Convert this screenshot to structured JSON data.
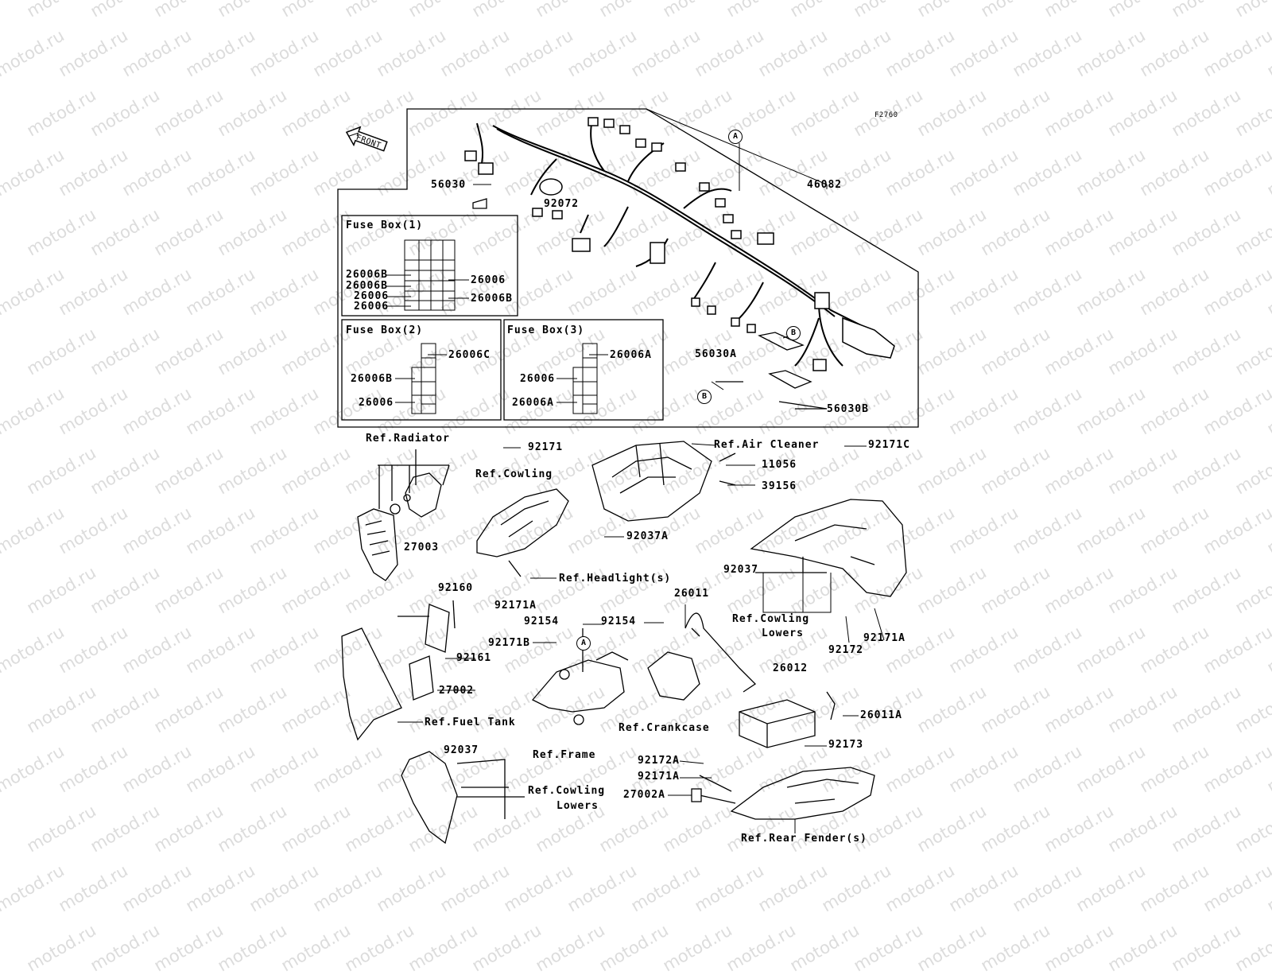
{
  "figure_code": "F2760",
  "front_label": "FRONT",
  "watermark": "motod.ru",
  "fuse_boxes": [
    {
      "title": "Fuse Box(1)"
    },
    {
      "title": "Fuse Box(2)"
    },
    {
      "title": "Fuse Box(3)"
    }
  ],
  "callouts": {
    "a": "A",
    "b": "B"
  },
  "parts": {
    "p46082": "46082",
    "p56030": "56030",
    "p56030a": "56030A",
    "p56030b": "56030B",
    "p92072": "92072",
    "fb1_26006b_1": "26006B",
    "fb1_26006b_2": "26006B",
    "fb1_26006_1": "26006",
    "fb1_26006_2": "26006",
    "fb1_r26006": "26006",
    "fb1_r26006b": "26006B",
    "fb2_26006c": "26006C",
    "fb2_26006b": "26006B",
    "fb2_26006": "26006",
    "fb3_26006a_1": "26006A",
    "fb3_26006": "26006",
    "fb3_26006a_2": "26006A",
    "ref_radiator": "Ref.Radiator",
    "p92171": "92171",
    "ref_cowling": "Ref.Cowling",
    "ref_air_cleaner": "Ref.Air Cleaner",
    "p92171c": "92171C",
    "p11056": "11056",
    "p39156": "39156",
    "p27003": "27003",
    "p92037a": "92037A",
    "ref_headlight": "Ref.Headlight(s)",
    "p92171a_1": "92171A",
    "p92037_1": "92037",
    "ref_cowling_lowers_1": "Ref.Cowling",
    "lowers_1": "Lowers",
    "p92172_1": "92172",
    "p92171a_2": "92171A",
    "p92160": "92160",
    "p92154_1": "92154",
    "p92154_2": "92154",
    "p26011": "26011",
    "p92171b": "92171B",
    "p92161": "92161",
    "p27002": "27002",
    "p26012": "26012",
    "p26011a": "26011A",
    "ref_fuel_tank": "Ref.Fuel Tank",
    "ref_crankcase": "Ref.Crankcase",
    "p92173": "92173",
    "ref_frame": "Ref.Frame",
    "p92037_2": "92037",
    "p92172a": "92172A",
    "p92171a_3": "92171A",
    "p27002a": "27002A",
    "ref_cowling_lowers_2": "Ref.Cowling",
    "lowers_2": "Lowers",
    "ref_rear_fender": "Ref.Rear Fender(s)"
  }
}
